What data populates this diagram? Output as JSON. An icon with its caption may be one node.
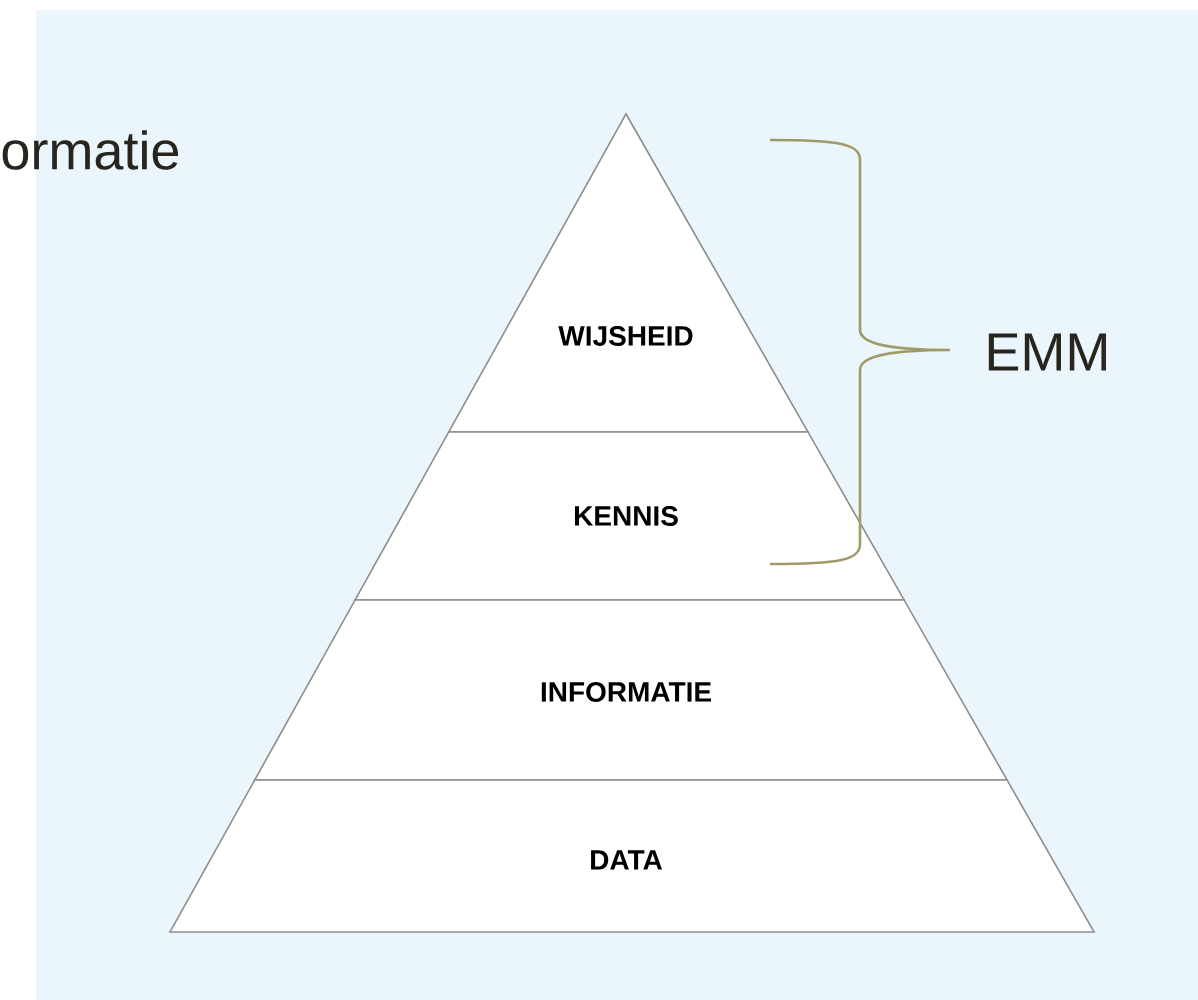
{
  "diagram": {
    "nodes": [
      {
        "text": [
          "WIJSHEID"
        ]
      },
      {
        "text": [
          "KENNIS"
        ]
      },
      {
        "text": [
          "INFORMATIE"
        ]
      },
      {
        "text": [
          "DATA"
        ]
      }
    ],
    "labels": [
      "ormatie",
      "EMM"
    ]
  }
}
